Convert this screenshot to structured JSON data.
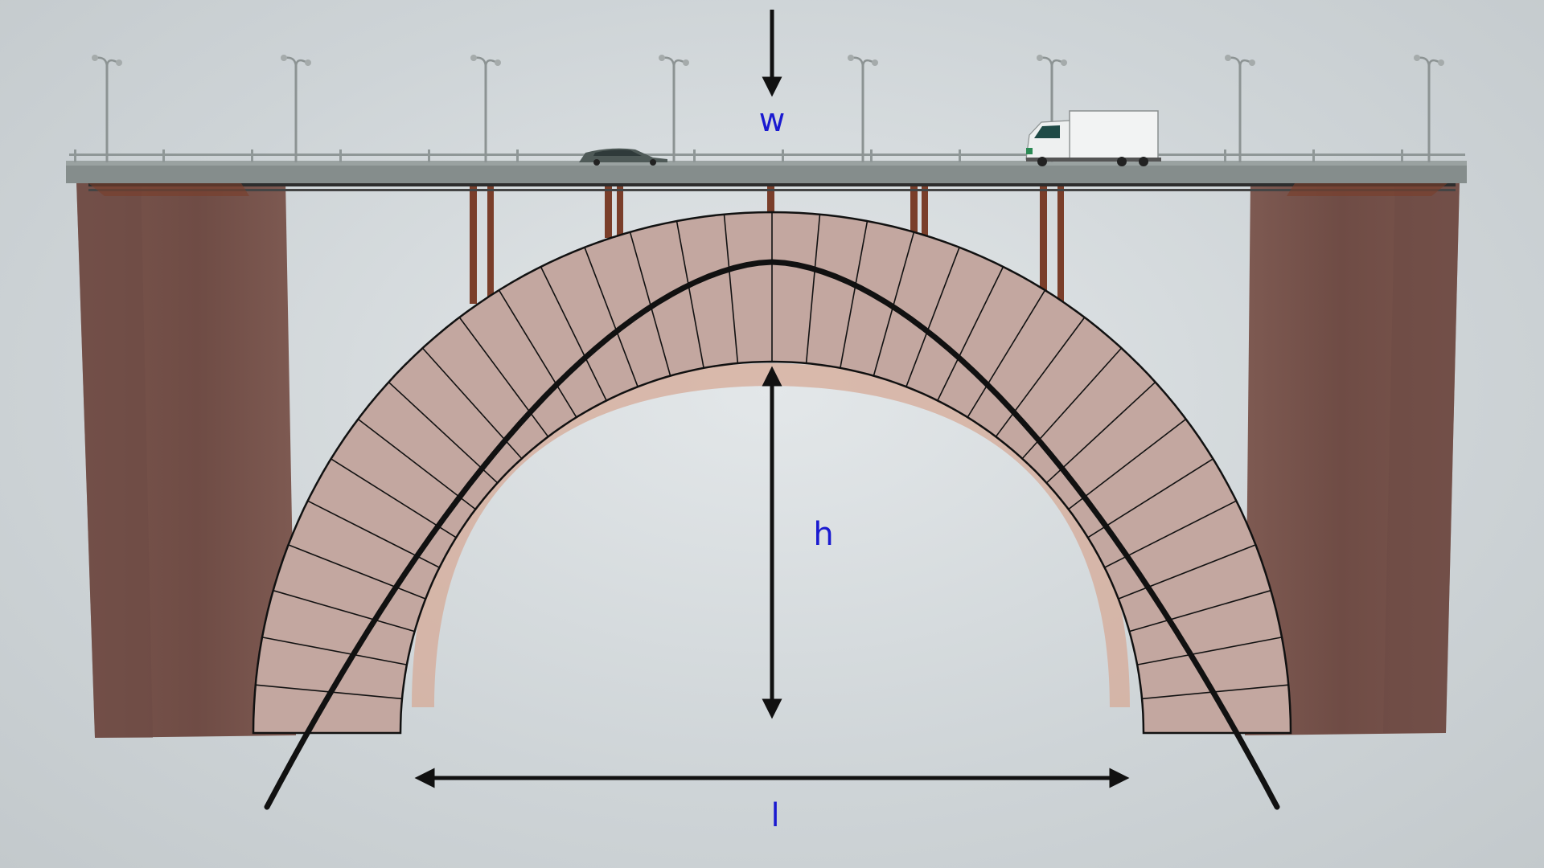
{
  "labels": {
    "load": "w",
    "height": "h",
    "span": "l"
  },
  "colors": {
    "background": "#d3d8db",
    "pier": "#75524b",
    "voussoir": "#c2a69f",
    "intrados_shade": "#d8aa98",
    "deck": "#858d8c",
    "columns": "#7a3e2a",
    "label_text": "#1a1ad0",
    "ink": "#111111"
  },
  "icons": [
    "down-arrow-icon",
    "double-arrow-icon",
    "car-icon",
    "truck-icon",
    "street-lamp-icon"
  ]
}
